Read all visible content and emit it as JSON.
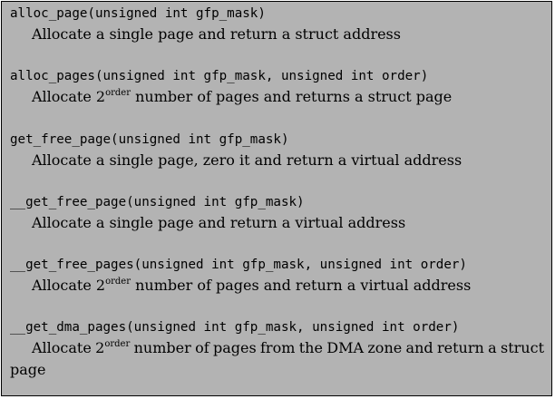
{
  "entries": [
    {
      "signature": "alloc_page(unsigned int gfp_mask)",
      "desc_pre": "Allocate a single page and return a struct address",
      "desc_sup": "",
      "desc_post": ""
    },
    {
      "signature": "alloc_pages(unsigned int gfp_mask, unsigned int order)",
      "desc_pre": "Allocate 2",
      "desc_sup": "order",
      "desc_post": " number of pages and returns a struct page"
    },
    {
      "signature": "get_free_page(unsigned int gfp_mask)",
      "desc_pre": "Allocate a single page, zero it and return a virtual address",
      "desc_sup": "",
      "desc_post": ""
    },
    {
      "signature": "__get_free_page(unsigned int gfp_mask)",
      "desc_pre": "Allocate a single page and return a virtual address",
      "desc_sup": "",
      "desc_post": ""
    },
    {
      "signature": "__get_free_pages(unsigned int gfp_mask, unsigned int order)",
      "desc_pre": "Allocate 2",
      "desc_sup": "order",
      "desc_post": " number of pages and return a virtual address"
    },
    {
      "signature": "__get_dma_pages(unsigned int gfp_mask, unsigned int order)",
      "desc_pre": "Allocate 2",
      "desc_sup": "order",
      "desc_post": " number of pages from the DMA zone and return a struct page"
    }
  ]
}
